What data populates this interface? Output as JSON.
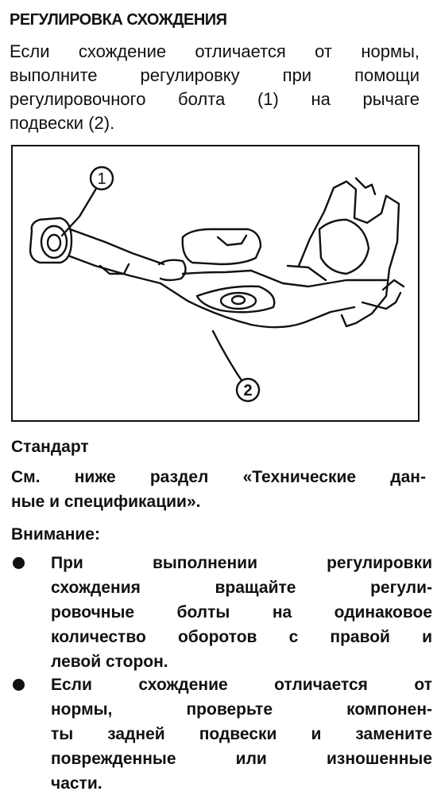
{
  "title": "РЕГУЛИРОВКА СХОЖДЕНИЯ",
  "intro": [
    "Если схождение отличается от нормы,",
    "выполните регулировку при помощи",
    "регулировочного болта (1) на рычаге",
    "подвески (2)."
  ],
  "figure": {
    "callout_1": "1",
    "callout_2": "2"
  },
  "standard": {
    "heading": "Стандарт",
    "text": [
      "См. ниже раздел «Технические дан-",
      "ные и спецификации»."
    ]
  },
  "warning": {
    "heading": "Внимание:",
    "bullets": [
      [
        "При выполнении регулировки",
        "схождения вращайте регули-",
        "ровочные болты на одинаковое",
        "количество оборотов с правой и",
        "левой сторон."
      ],
      [
        "Если схождение отличается от",
        "нормы, проверьте компонен-",
        "ты задней подвески и замените",
        "поврежденные или изношенные",
        "части."
      ]
    ]
  }
}
